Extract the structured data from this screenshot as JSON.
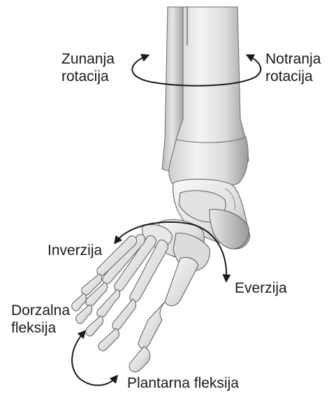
{
  "labels": {
    "external_rotation": {
      "line1": "Zunanja",
      "line2": "rotacija"
    },
    "internal_rotation": {
      "line1": "Notranja",
      "line2": "rotacija"
    },
    "inversion": "Inverzija",
    "eversion": "Everzija",
    "dorsal_flexion": {
      "line1": "Dorzalna",
      "line2": "fleksija"
    },
    "plantar_flexion": "Plantarna fleksija"
  },
  "colors": {
    "bone_light": "#f2f2f2",
    "bone_mid": "#d4d4d4",
    "bone_dark": "#9a9a9a",
    "outline": "#5a5a5a",
    "arrow": "#1a1a1a",
    "text": "#1a1a1a"
  }
}
